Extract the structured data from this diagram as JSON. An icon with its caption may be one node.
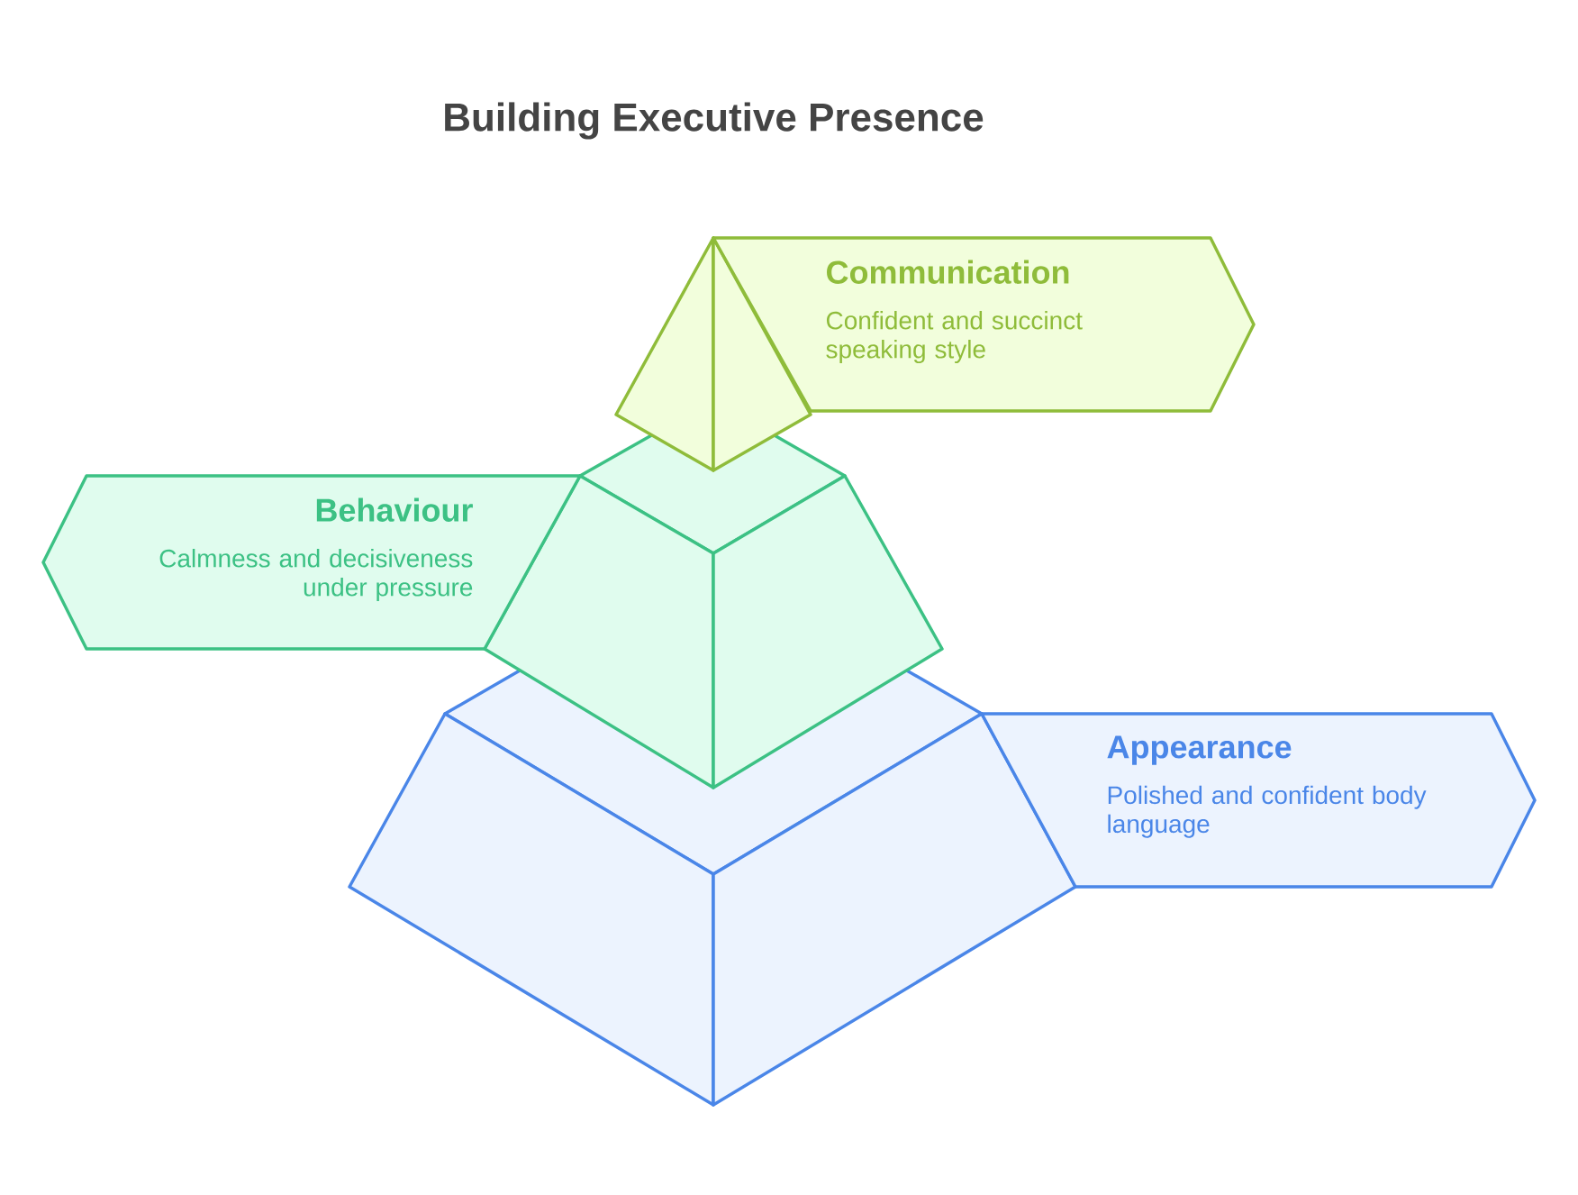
{
  "diagram": {
    "title": "Building Executive Presence",
    "nodes": [
      {
        "text": [
          "Communication",
          "Confident and succinct speaking style"
        ]
      },
      {
        "text": [
          "Behaviour",
          "Calmness and decisiveness under pressure"
        ]
      },
      {
        "text": [
          "Appearance",
          "Polished and confident body language"
        ]
      }
    ]
  }
}
